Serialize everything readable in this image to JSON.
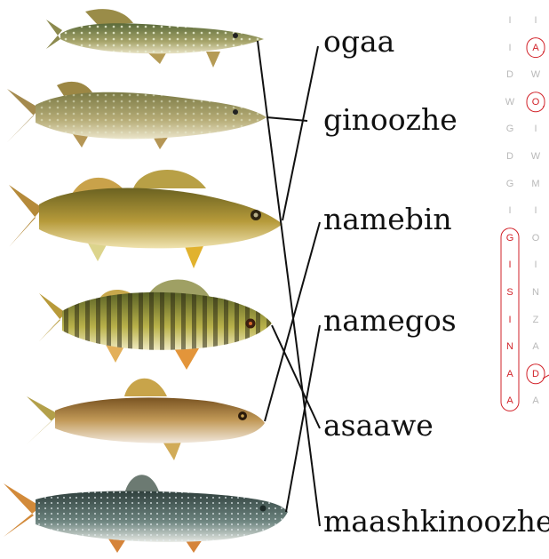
{
  "words": [
    "ogaa",
    "ginoozhe",
    "namebin",
    "namegos",
    "asaawe",
    "maashkinoozhe"
  ],
  "fish": [
    {
      "name": "northern-pike"
    },
    {
      "name": "muskellunge"
    },
    {
      "name": "walleye"
    },
    {
      "name": "yellow-perch"
    },
    {
      "name": "sucker"
    },
    {
      "name": "lake-trout"
    }
  ],
  "matches": [
    {
      "fish": 0,
      "word": 5
    },
    {
      "fish": 1,
      "word": 1
    },
    {
      "fish": 2,
      "word": 0
    },
    {
      "fish": 3,
      "word": 4
    },
    {
      "fish": 4,
      "word": 2
    },
    {
      "fish": 5,
      "word": 3
    }
  ],
  "puzzle": {
    "col1": [
      "I",
      "I",
      "D",
      "W",
      "G",
      "D",
      "G",
      "I",
      "G",
      "I",
      "S",
      "I",
      "N",
      "A",
      "A"
    ],
    "col2": [
      "I",
      "A",
      "W",
      "O",
      "I",
      "W",
      "M",
      "I",
      "O",
      "I",
      "N",
      "Z",
      "A",
      "D",
      "A"
    ],
    "found": [
      {
        "col": 1,
        "start": 8,
        "end": 14,
        "word": "GISINAA"
      },
      {
        "col": 2,
        "start": 1,
        "end": 1,
        "word": "A"
      },
      {
        "col": 2,
        "start": 3,
        "end": 3,
        "word": "O"
      },
      {
        "col": 2,
        "start": 13,
        "end": 13,
        "word": "D"
      }
    ]
  },
  "colors": {
    "line": "#111111",
    "highlight": "#d2232a",
    "faded_letter": "#b9b9b9"
  }
}
